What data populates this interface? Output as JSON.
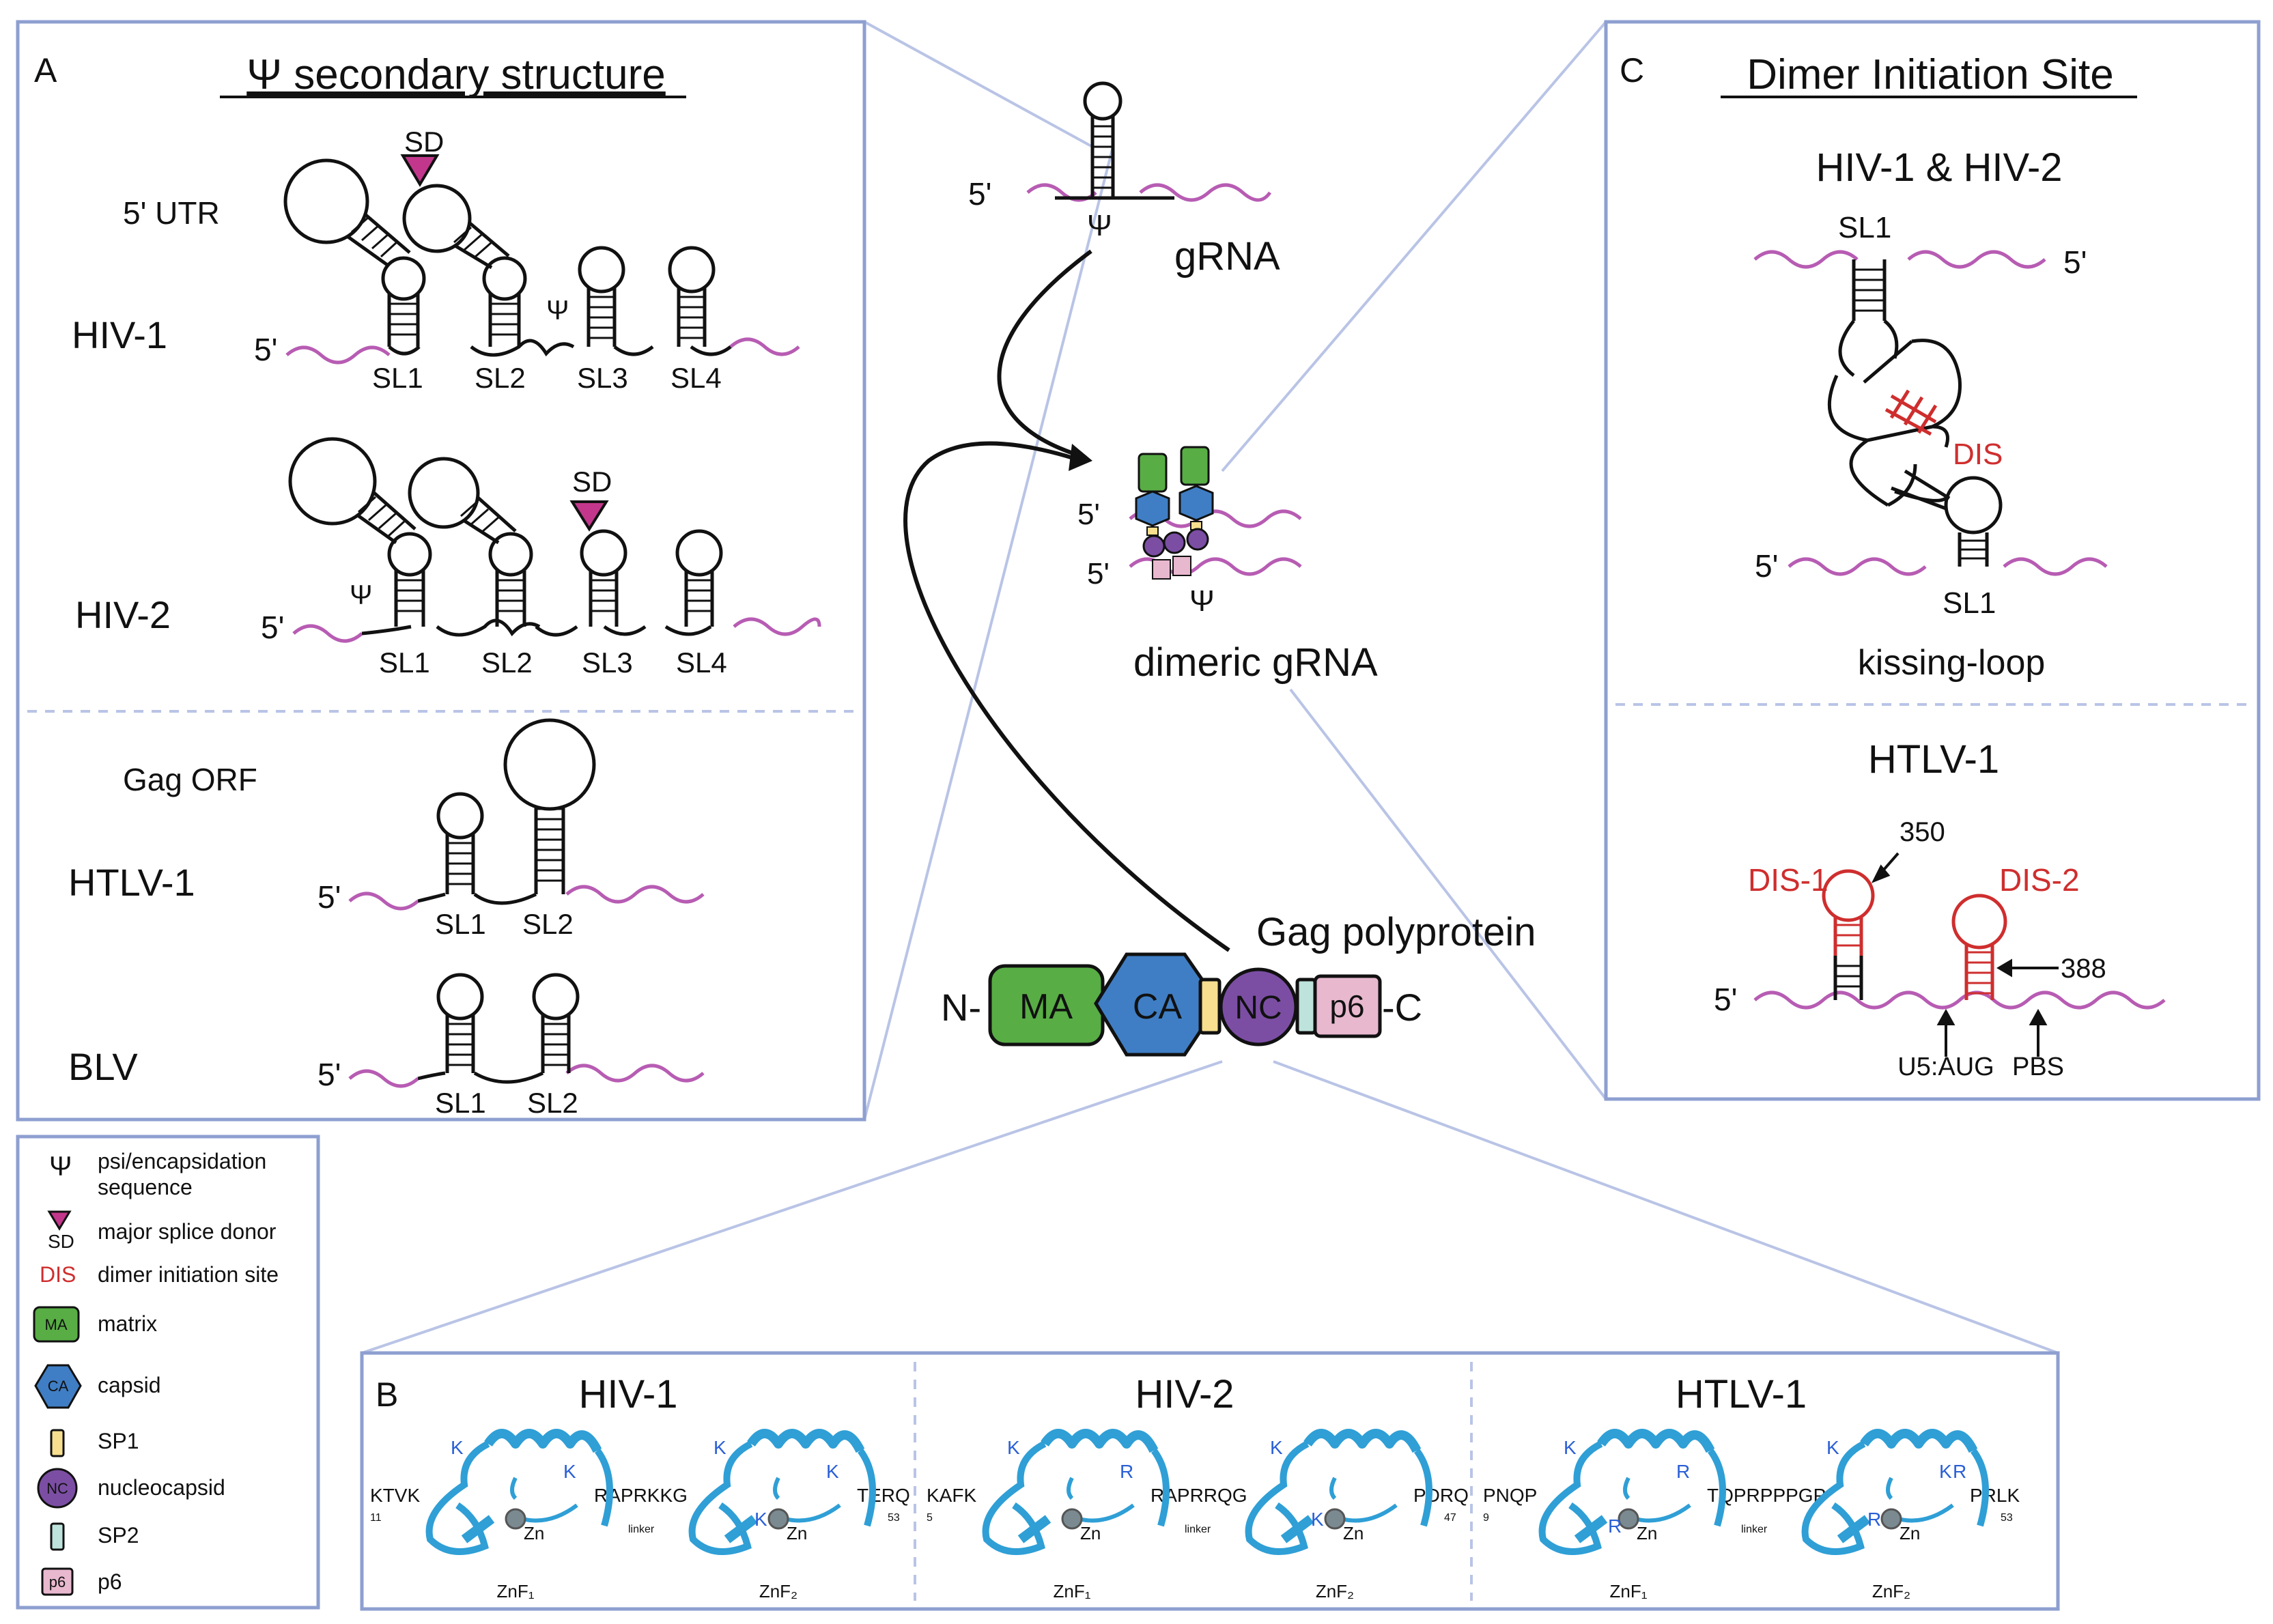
{
  "panelA": {
    "letter": "A",
    "title": "Ψ secondary structure",
    "utr_label": "5' UTR",
    "orf_label": "Gag ORF",
    "five_prime": "5'",
    "psi": "Ψ",
    "sd": "SD",
    "hiv1": {
      "name": "HIV-1",
      "loops": [
        "SL1",
        "SL2",
        "SL3",
        "SL4"
      ]
    },
    "hiv2": {
      "name": "HIV-2",
      "loops": [
        "SL1",
        "SL2",
        "SL3",
        "SL4"
      ]
    },
    "htlv1": {
      "name": "HTLV-1",
      "loops": [
        "SL1",
        "SL2"
      ]
    },
    "blv": {
      "name": "BLV",
      "loops": [
        "SL1",
        "SL2"
      ]
    }
  },
  "center": {
    "grna": "gRNA",
    "dimeric": "dimeric gRNA",
    "gag_title": "Gag polyprotein",
    "n_term": "N-",
    "c_term": "-C",
    "domains": {
      "ma": "MA",
      "ca": "CA",
      "nc": "NC",
      "p6": "p6"
    }
  },
  "panelC": {
    "letter": "C",
    "title": "Dimer Initiation Site",
    "subtitle": "HIV-1 & HIV-2",
    "sl1": "SL1",
    "dis": "DIS",
    "kissing": "kissing-loop",
    "htlv": "HTLV-1",
    "dis1": "DIS-1",
    "dis2": "DIS-2",
    "n350": "350",
    "n388": "388",
    "u5aug": "U5:AUG",
    "pbs": "PBS",
    "five_prime": "5'"
  },
  "panelB": {
    "letter": "B",
    "viruses": [
      {
        "name": "HIV-1",
        "left": "KTVK",
        "left_num": "11",
        "linker": "RAPRKKG",
        "right": "TERQ",
        "right_num": "53"
      },
      {
        "name": "HIV-2",
        "left": "KAFK",
        "left_num": "5",
        "linker": "RAPRRQG",
        "right": "PDRQ",
        "right_num": "47"
      },
      {
        "name": "HTLV-1",
        "left": "PNQP",
        "left_num": "9",
        "linker": "TQPRPPPGP",
        "right": "PRLK",
        "right_num": "53"
      }
    ],
    "linker_word": "linker",
    "zn": "Zn",
    "znf1": "ZnF₁",
    "znf2": "ZnF₂",
    "res_k": "K",
    "res_r": "R"
  },
  "legend": {
    "items": [
      {
        "glyph": "Ψ",
        "label": "psi/encapsidation sequence"
      },
      {
        "glyph": "SD",
        "label": "major splice donor"
      },
      {
        "glyph": "DIS",
        "label": "dimer initiation site"
      },
      {
        "glyph": "MA",
        "label": "matrix"
      },
      {
        "glyph": "CA",
        "label": "capsid"
      },
      {
        "glyph": "",
        "label": "SP1"
      },
      {
        "glyph": "NC",
        "label": "nucleocapsid"
      },
      {
        "glyph": "",
        "label": "SP2"
      },
      {
        "glyph": "p6",
        "label": "p6"
      }
    ]
  },
  "colors": {
    "rna": "#b75cb3",
    "panel_border": "#8e9fd0",
    "connector": "#b9c4e6",
    "ma": "#58ad45",
    "ca": "#3f7ec4",
    "nc": "#7b4ea3",
    "sp1": "#f7df8f",
    "sp2": "#bde3dc",
    "p6": "#e8b8cf",
    "sd": "#c2378b",
    "dis": "#cf2e2e",
    "blue": "#2f9fd6",
    "blue_text": "#2a5fd6"
  }
}
